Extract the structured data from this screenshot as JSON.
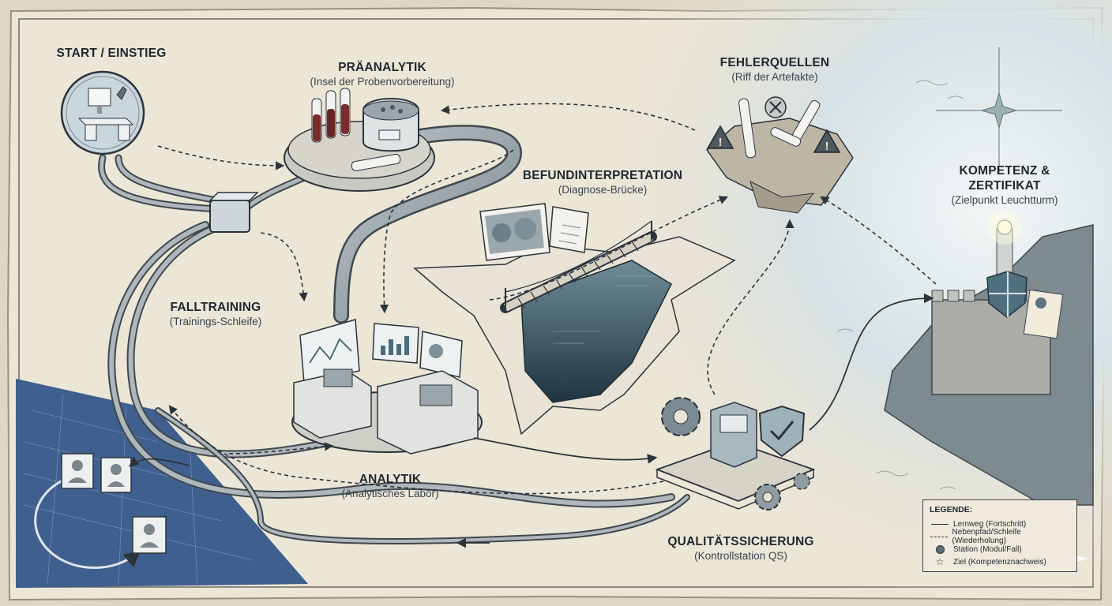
{
  "stations": {
    "start": {
      "title": "START / EINSTIEG",
      "subtitle": ""
    },
    "praeanalytik": {
      "title": "PRÄANALYTIK",
      "subtitle": "(Insel der Probenvorbereitung)"
    },
    "fehlerquellen": {
      "title": "FEHLERQUELLEN",
      "subtitle": "(Riff der Artefakte)"
    },
    "befund": {
      "title": "BEFUNDINTERPRETATION",
      "subtitle": "(Diagnose-Brücke)"
    },
    "kompetenz": {
      "title_line1": "KOMPETENZ &",
      "title_line2": "ZERTIFIKAT",
      "subtitle": "(Zielpunkt Leuchtturm)"
    },
    "falltraining": {
      "title": "FALLTRAINING",
      "subtitle": "(Trainings-Schleife)"
    },
    "analytik": {
      "title": "ANALYTIK",
      "subtitle": "(Analytisches Labor)"
    },
    "qs": {
      "title": "QUALITÄTSSICHERUNG",
      "subtitle": "(Kontrollstation QS)"
    }
  },
  "legend": {
    "title": "LEGENDE:",
    "items": [
      {
        "symbol": "solid-line",
        "label": "Lernweg (Fortschritt)"
      },
      {
        "symbol": "dashed-line",
        "label": "Nebenpfad/Schleife (Wiederholung)"
      },
      {
        "symbol": "circle",
        "label": "Station (Modul/Fall)"
      },
      {
        "symbol": "star",
        "label": "Ziel (Kompetenznachweis)"
      }
    ]
  },
  "colors": {
    "parchment": "#e9e3d3",
    "ink": "#2b333b",
    "sea": "#c9d8de",
    "blueprint": "#3f5f8e",
    "pipe": "#8a959c"
  },
  "icons": [
    "computer-desk-icon",
    "centrifuge-icon",
    "test-tube-icon",
    "warning-icon",
    "microscope-image-icon",
    "bridge-icon",
    "lab-analyzer-icon",
    "monitor-chart-icon",
    "gear-icon",
    "shield-check-icon",
    "lighthouse-icon",
    "certificate-icon",
    "person-card-icon",
    "compass-star-icon"
  ]
}
